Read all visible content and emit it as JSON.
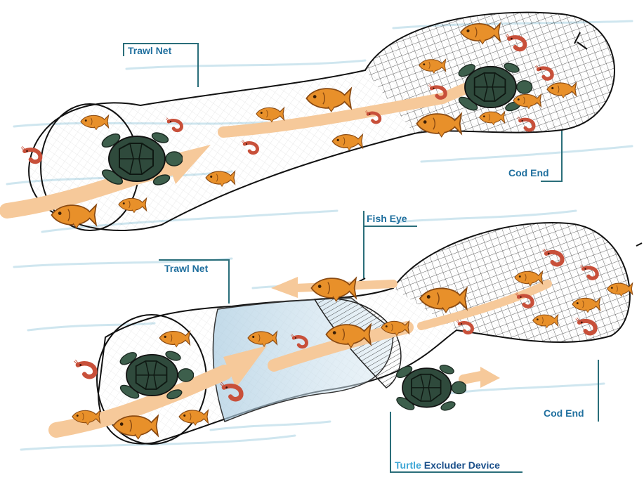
{
  "top_diagram": {
    "trawl_net_label": "Trawl Net",
    "cod_end_label": "Cod End"
  },
  "bottom_diagram": {
    "fish_eye_label": "Fish Eye",
    "trawl_net_label": "Trawl Net",
    "cod_end_label": "Cod End",
    "ted_label_part1": "Turtle",
    "ted_label_part2": "Excluder Device"
  },
  "colors": {
    "label_text": "#1f6f9e",
    "callout_line": "#2a6e7a",
    "flow_arrow": "#f6c99a",
    "water_current": "#cfe6ef",
    "fish": "#e8902a",
    "shrimp": "#c8503a",
    "turtle": "#2f4a3c",
    "net_mesh": "#222222",
    "ted_shade": "#a9cbe0"
  }
}
